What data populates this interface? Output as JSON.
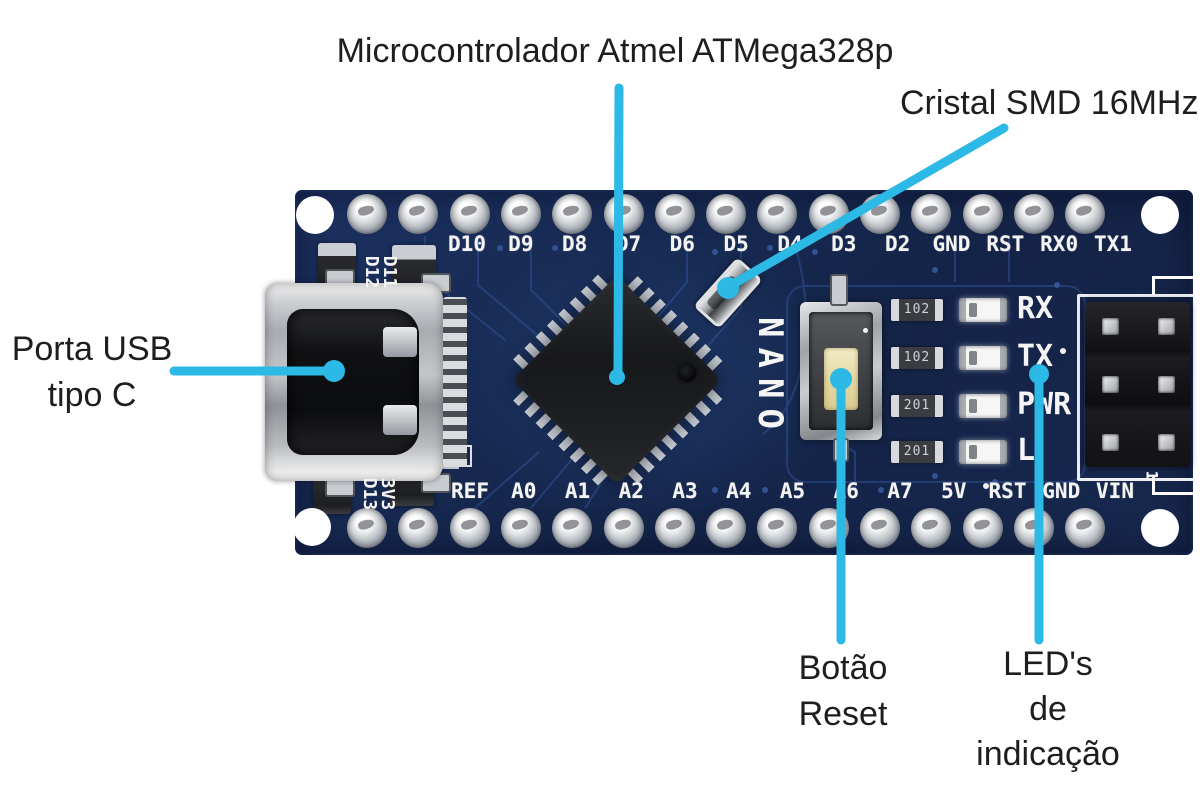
{
  "palette": {
    "accent": "#2cb9e5",
    "pcb": "#172a52",
    "pcb_trace": "#31549a",
    "silkscreen": "#f4f4f4",
    "label_text": "#1e1e1e",
    "reset_button_cap": "#e8dca6"
  },
  "callouts": {
    "microcontroller": {
      "label": "Microcontrolador Atmel ATMega328p"
    },
    "crystal": {
      "label": "Cristal SMD 16MHz"
    },
    "usb_port": {
      "label_line1": "Porta USB",
      "label_line2": "tipo C"
    },
    "reset_button": {
      "label_line1": "Botão",
      "label_line2": "Reset"
    },
    "indicator_leds": {
      "label_line1": "LED's",
      "label_line2": "de",
      "label_line3": "indicação"
    }
  },
  "board": {
    "silkscreen_name": "NANO",
    "top_pin_labels": [
      "D10",
      "D9",
      "D8",
      "D7",
      "D6",
      "D5",
      "D4",
      "D3",
      "D2",
      "GND",
      "RST",
      "RX0",
      "TX1"
    ],
    "top_vertical_pin_labels": [
      "D12",
      "D11"
    ],
    "bottom_pin_labels": [
      "REF",
      "A0",
      "A1",
      "A2",
      "A3",
      "A4",
      "A5",
      "A6",
      "A7",
      "5V",
      "RST",
      "GND",
      "VIN"
    ],
    "bottom_vertical_pin_labels": [
      "D13",
      "3V3"
    ],
    "indicator_led_labels": [
      "RX",
      "TX",
      "PWR",
      "L"
    ],
    "resistor_markings": [
      "102",
      "102",
      "201",
      "201"
    ],
    "icsp_pin_one_marking": "1"
  }
}
